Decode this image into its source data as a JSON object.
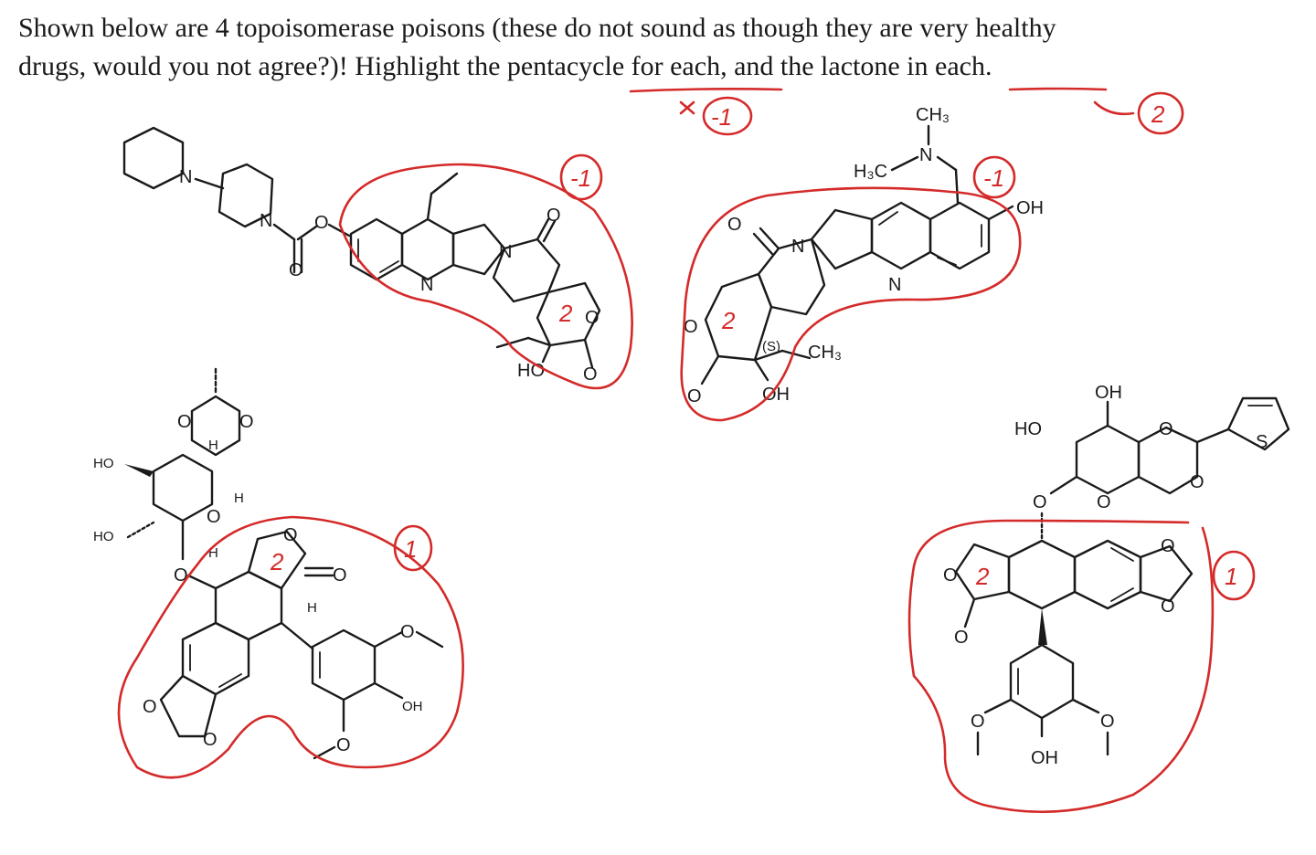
{
  "question": {
    "line1": "Shown below are 4 topoisomerase poisons (these do not sound as though they are very healthy",
    "line2_a": "drugs, would you not agree?)!   Highlight the ",
    "line2_b": "pentacycle",
    "line2_c": " for each, and the ",
    "line2_d": "lactone",
    "line2_e": " in each."
  },
  "annotations": {
    "score_pentacycle": "-1",
    "score_lactone": "2",
    "mark_minus_one": "-1",
    "mark_two": "2",
    "mark_one": "1"
  },
  "atoms": {
    "N": "N",
    "O": "O",
    "S": "S",
    "H": "H",
    "OH": "OH",
    "HO": "HO",
    "CH3": "CH₃",
    "H3C": "H₃C",
    "stereo_S": "(S)"
  },
  "colors": {
    "ink": "#1a1a1a",
    "annotation_red": "#d42a2a"
  }
}
